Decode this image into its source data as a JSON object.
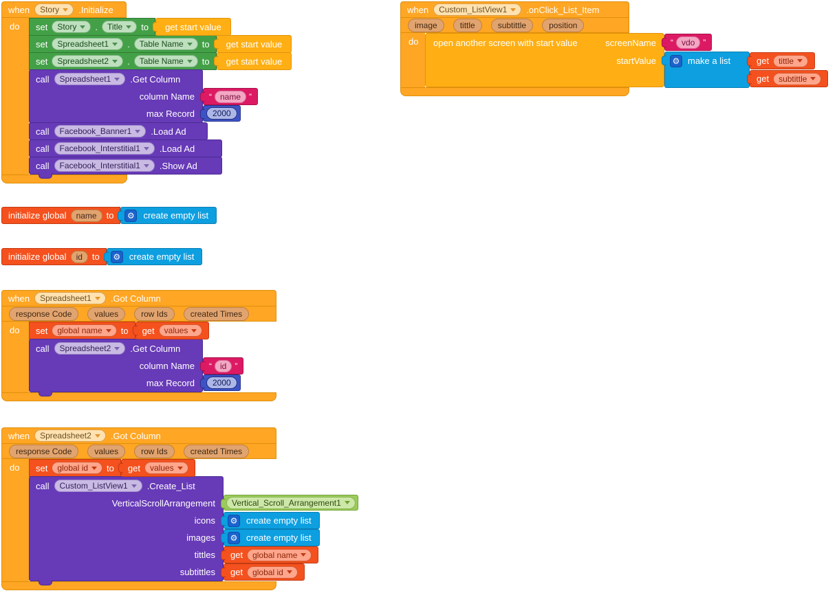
{
  "labels": {
    "when": "when",
    "do": "do",
    "set": "set",
    "call": "call",
    "to": "to",
    "get": "get",
    "dot": ".",
    "quote_open": "“",
    "quote_close": "”"
  },
  "icons": {
    "gear": "⚙"
  },
  "colors": {
    "event_orange": "#FFA624",
    "control_gold": "#FFAF14",
    "property_green": "#43A047",
    "method_purple": "#673AB7",
    "variable_red": "#F4511E",
    "text_pink": "#DC1A63",
    "number_indigo": "#3D53C5",
    "list_blue": "#0D9FE0",
    "component_green": "#9CCB5D"
  },
  "story_init": {
    "component": "Story",
    "event": ".Initialize",
    "sets": [
      {
        "component": "Story",
        "property": "Title",
        "value": "get start value"
      },
      {
        "component": "Spreadsheet1",
        "property": "Table Name",
        "value": "get start value"
      },
      {
        "component": "Spreadsheet2",
        "property": "Table Name",
        "value": "get start value"
      }
    ],
    "get_column": {
      "component": "Spreadsheet1",
      "method": ".Get Column",
      "arg1_label": "column Name",
      "arg1_value": "name",
      "arg2_label": "max Record",
      "arg2_value": "2000"
    },
    "calls": [
      {
        "component": "Facebook_Banner1",
        "method": ".Load Ad"
      },
      {
        "component": "Facebook_Interstitial1",
        "method": ".Load Ad"
      },
      {
        "component": "Facebook_Interstitial1",
        "method": ".Show Ad"
      }
    ]
  },
  "listview_click": {
    "component": "Custom_ListView1",
    "event": ".onClick_List_Item",
    "params": [
      "image",
      "tittle",
      "subtittle",
      "position"
    ],
    "open_screen": {
      "label": "open another screen with start value",
      "screen_label": "screenName",
      "screen_value": "vdo",
      "start_label": "startValue",
      "make_list": "make a list",
      "get1": "tittle",
      "get2": "subtittle"
    }
  },
  "init_name": {
    "label": "initialize global",
    "var": "name",
    "value": "create empty list"
  },
  "init_id": {
    "label": "initialize global",
    "var": "id",
    "value": "create empty list"
  },
  "sheet1_got": {
    "component": "Spreadsheet1",
    "event": ".Got Column",
    "params": [
      "response Code",
      "values",
      "row Ids",
      "created Times"
    ],
    "set_var": {
      "var": "global name",
      "source": "values"
    },
    "get_column": {
      "component": "Spreadsheet2",
      "method": ".Get Column",
      "arg1_label": "column Name",
      "arg1_value": "id",
      "arg2_label": "max Record",
      "arg2_value": "2000"
    }
  },
  "sheet2_got": {
    "component": "Spreadsheet2",
    "event": ".Got Column",
    "params": [
      "response Code",
      "values",
      "row Ids",
      "created Times"
    ],
    "set_var": {
      "var": "global id",
      "source": "values"
    },
    "create_list": {
      "component": "Custom_ListView1",
      "method": ".Create_List",
      "arg_labels": [
        "VerticalScrollArrangement",
        "icons",
        "images",
        "tittles",
        "subtittles"
      ],
      "vsa_value": "Vertical_Scroll_Arrangement1",
      "icons_value": "create empty list",
      "images_value": "create empty list",
      "tittles_var": "global name",
      "subtittles_var": "global id"
    }
  }
}
